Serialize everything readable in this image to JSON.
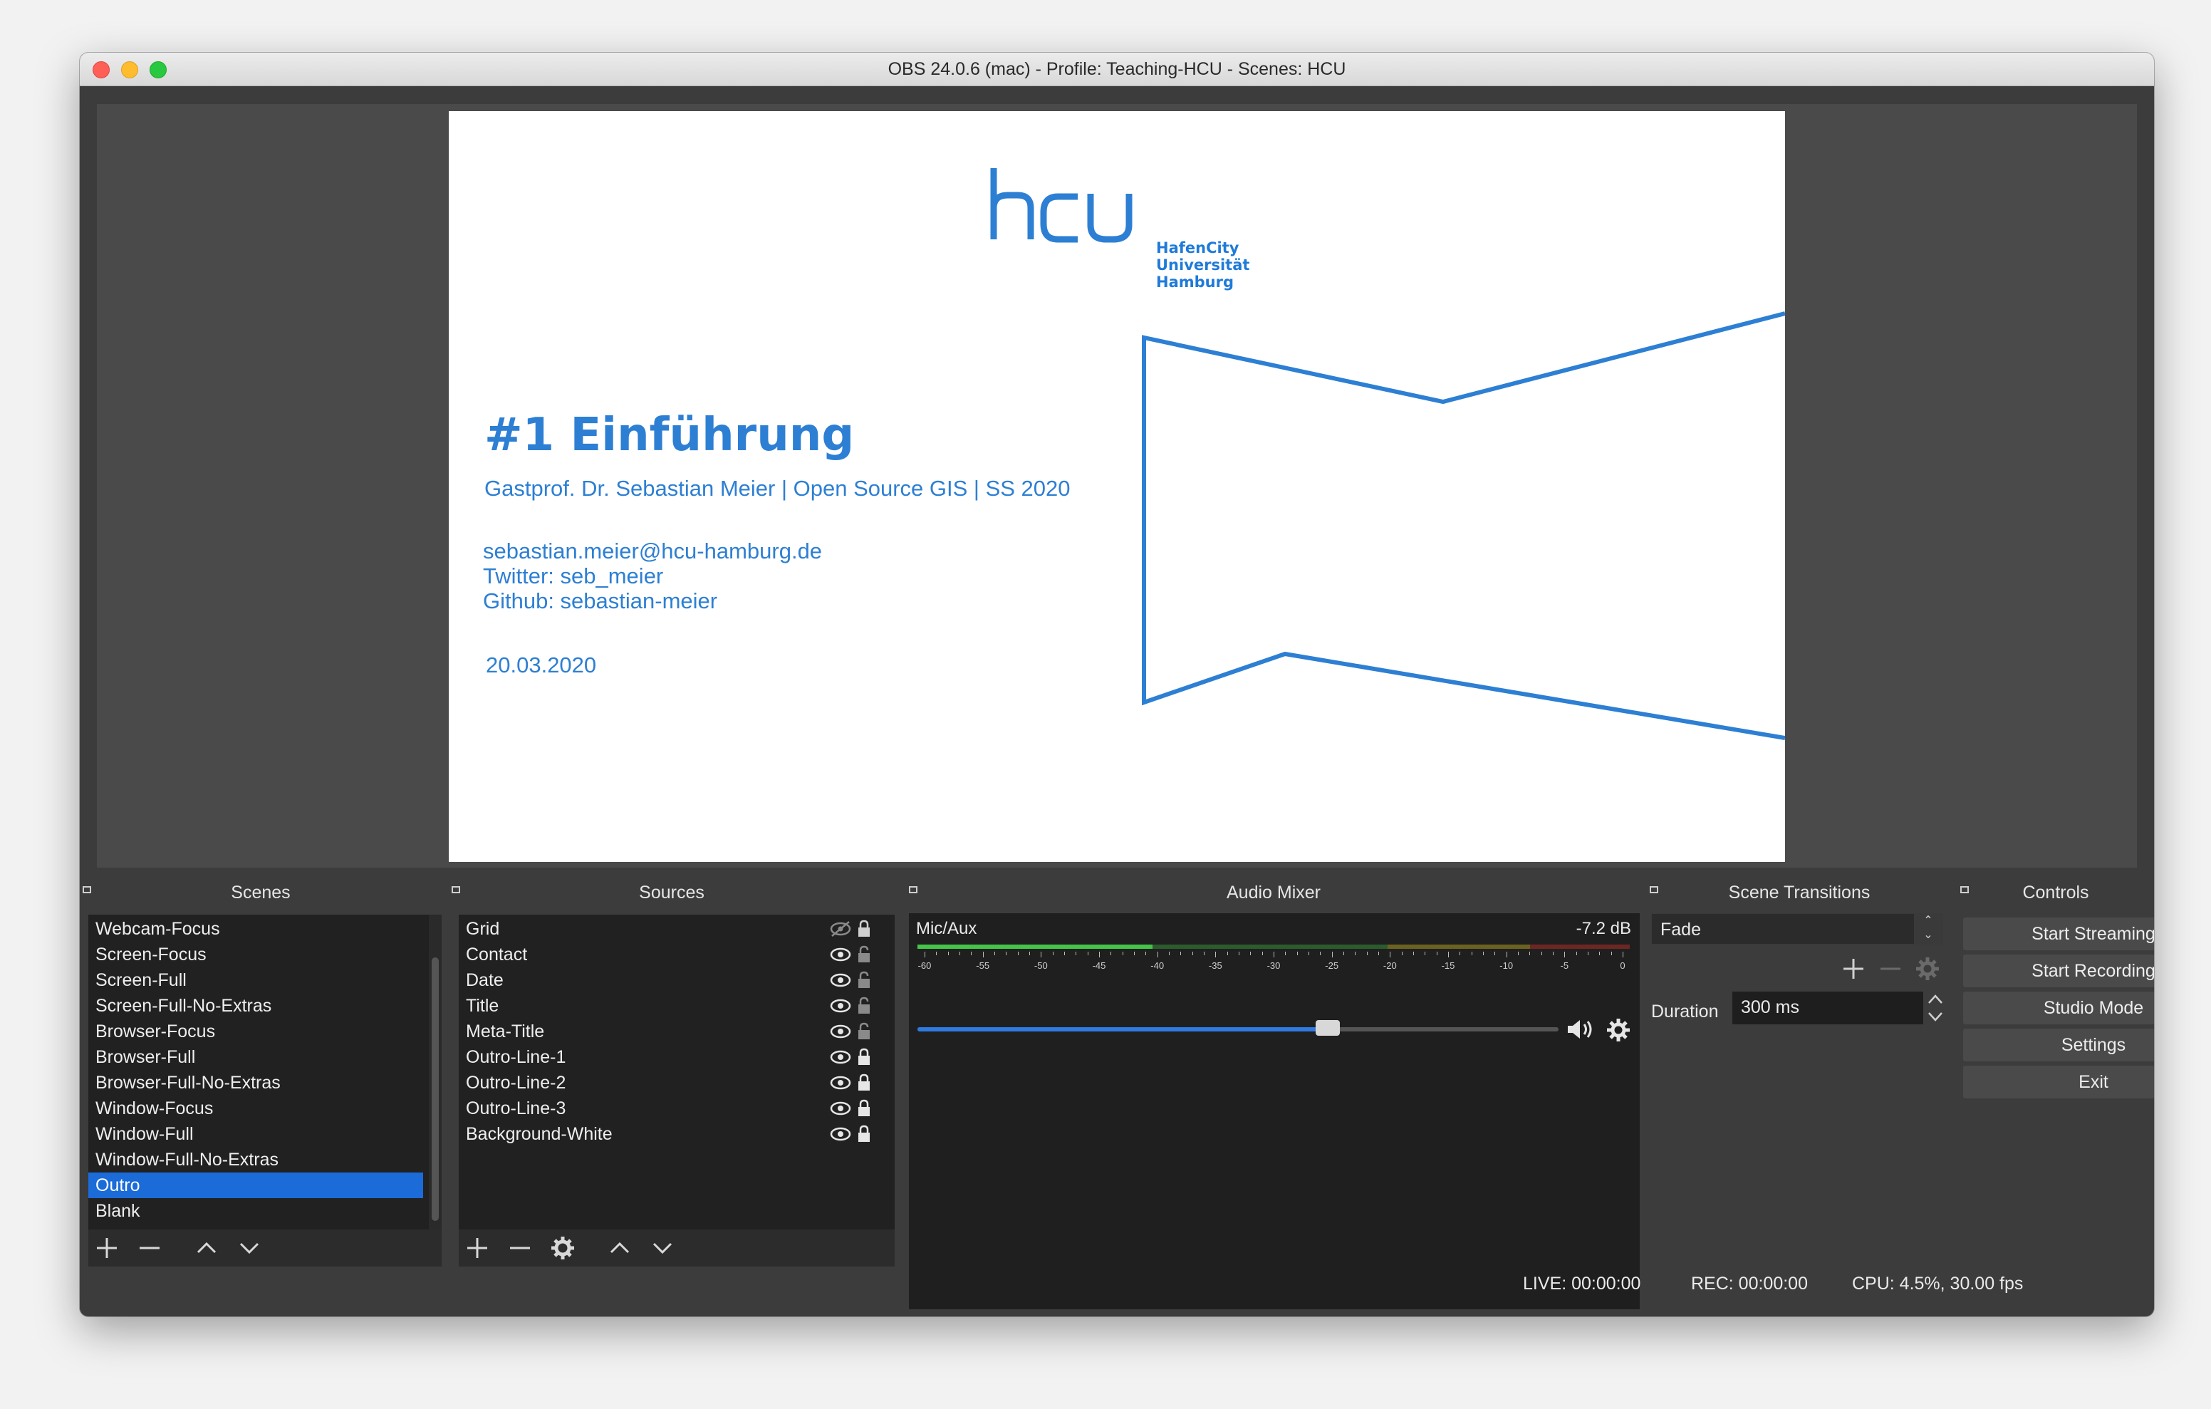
{
  "window": {
    "title": "OBS 24.0.6 (mac) - Profile: Teaching-HCU - Scenes: HCU"
  },
  "slide": {
    "logo_text": "hcu",
    "logo_sub": [
      "HafenCity",
      "Universität",
      "Hamburg"
    ],
    "title": "#1 Einführung",
    "subtitle": "Gastprof. Dr. Sebastian Meier | Open Source GIS | SS 2020",
    "contact": [
      "sebastian.meier@hcu-hamburg.de",
      "Twitter: seb_meier",
      "Github: sebastian-meier"
    ],
    "date": "20.03.2020",
    "accent_color": "#2d7fd3"
  },
  "docks": {
    "scenes": "Scenes",
    "sources": "Sources",
    "mixer": "Audio Mixer",
    "transitions": "Scene Transitions",
    "controls": "Controls"
  },
  "scenes": {
    "items": [
      "Webcam-Focus",
      "Screen-Focus",
      "Screen-Full",
      "Screen-Full-No-Extras",
      "Browser-Focus",
      "Browser-Full",
      "Browser-Full-No-Extras",
      "Window-Focus",
      "Window-Full",
      "Window-Full-No-Extras",
      "Outro",
      "Blank"
    ],
    "selected": "Outro"
  },
  "sources": {
    "items": [
      "Grid",
      "Contact",
      "Date",
      "Title",
      "Meta-Title",
      "Outro-Line-1",
      "Outro-Line-2",
      "Outro-Line-3",
      "Background-White"
    ]
  },
  "mixer": {
    "channel": "Mic/Aux",
    "level": "-7.2 dB",
    "ticks": [
      "-60",
      "-55",
      "-50",
      "-45",
      "-40",
      "-35",
      "-30",
      "-25",
      "-20",
      "-15",
      "-10",
      "-5",
      "0"
    ],
    "fader_fraction": 0.64
  },
  "transitions": {
    "type": "Fade",
    "duration_label": "Duration",
    "duration_value": "300 ms"
  },
  "controls": {
    "buttons": [
      "Start Streaming",
      "Start Recording",
      "Studio Mode",
      "Settings",
      "Exit"
    ]
  },
  "status": {
    "live": "LIVE: 00:00:00",
    "rec": "REC: 00:00:00",
    "cpu": "CPU: 4.5%, 30.00 fps"
  }
}
